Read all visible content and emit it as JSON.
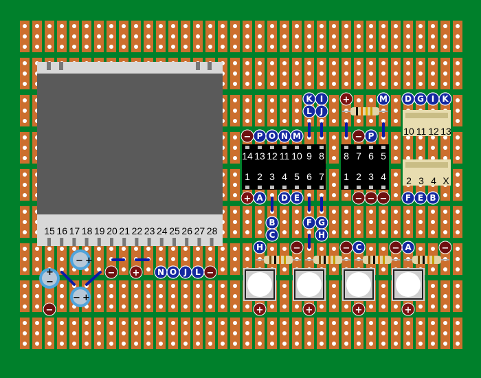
{
  "lcd": {
    "pins": [
      "15",
      "16",
      "17",
      "18",
      "19",
      "20",
      "21",
      "22",
      "23",
      "24",
      "25",
      "26",
      "27",
      "28"
    ]
  },
  "ic_left": {
    "top_pins": [
      "14",
      "13",
      "12",
      "11",
      "10",
      "9",
      "8"
    ],
    "bottom_pins": [
      "1",
      "2",
      "3",
      "4",
      "5",
      "6",
      "7"
    ]
  },
  "ic_right": {
    "top_pins": [
      "8",
      "7",
      "6",
      "5"
    ],
    "bottom_pins": [
      "1",
      "2",
      "3",
      "4"
    ]
  },
  "socket_top": {
    "pins": [
      "10",
      "11",
      "12",
      "13"
    ]
  },
  "socket_bottom": {
    "pins": [
      "2",
      "3",
      "4",
      "X"
    ]
  },
  "power": {
    "minus": "−",
    "plus": "+"
  },
  "pot": {
    "minus": "−",
    "plus": "+"
  },
  "net_labels": [
    "K",
    "I",
    "L",
    "J",
    "M",
    "D",
    "G",
    "I",
    "K",
    "P",
    "O",
    "N",
    "M",
    "P",
    "A",
    "D",
    "E",
    "F",
    "E",
    "B",
    "B",
    "C",
    "F",
    "G",
    "H",
    "H",
    "C",
    "A",
    "N",
    "O",
    "J",
    "L"
  ],
  "colors": {
    "board": "#00802b",
    "strip": "#cc6f2e",
    "label": "#1428a0",
    "power": "#7a1010",
    "wire": "#0a1aa8"
  }
}
